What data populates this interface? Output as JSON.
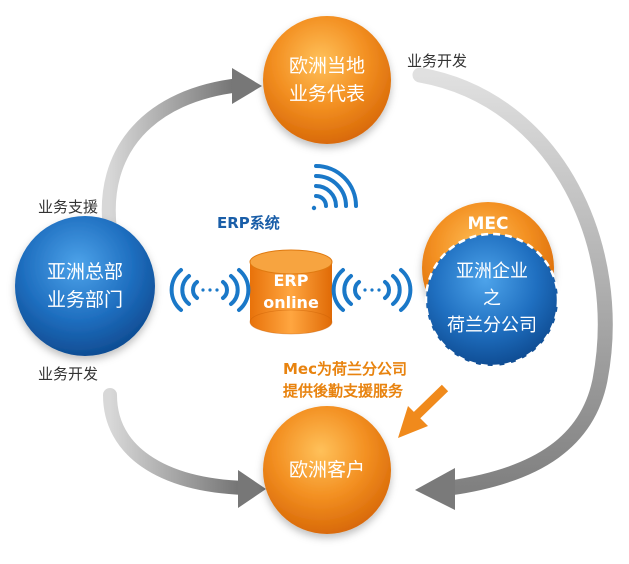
{
  "nodes": {
    "eu_rep": {
      "line1": "欧洲当地",
      "line2": "业务代表"
    },
    "asia_hq": {
      "line1": "亚洲总部",
      "line2": "业务部门"
    },
    "eu_customer": {
      "line1": "欧洲客户"
    },
    "mec": {
      "badge": "MEC",
      "line1": "亚洲企业",
      "line2": "之",
      "line3": "荷兰分公司"
    },
    "erp": {
      "line1": "ERP",
      "line2": "online",
      "caption": "ERP系统"
    }
  },
  "labels": {
    "biz_dev_top": "业务开发",
    "biz_support": "业务支援",
    "biz_dev_left": "业务开发",
    "mec_note_line1": "Mec为荷兰分公司",
    "mec_note_line2": "提供後勤支援服务"
  },
  "colors": {
    "orange": "#f08a1c",
    "orange_dark": "#d96a08",
    "blue": "#1f6fc0",
    "blue_dark": "#0f4d94",
    "signal_blue": "#1a78c8",
    "arrow_gray": "#8a8a8a",
    "label_orange": "#e8830f"
  }
}
